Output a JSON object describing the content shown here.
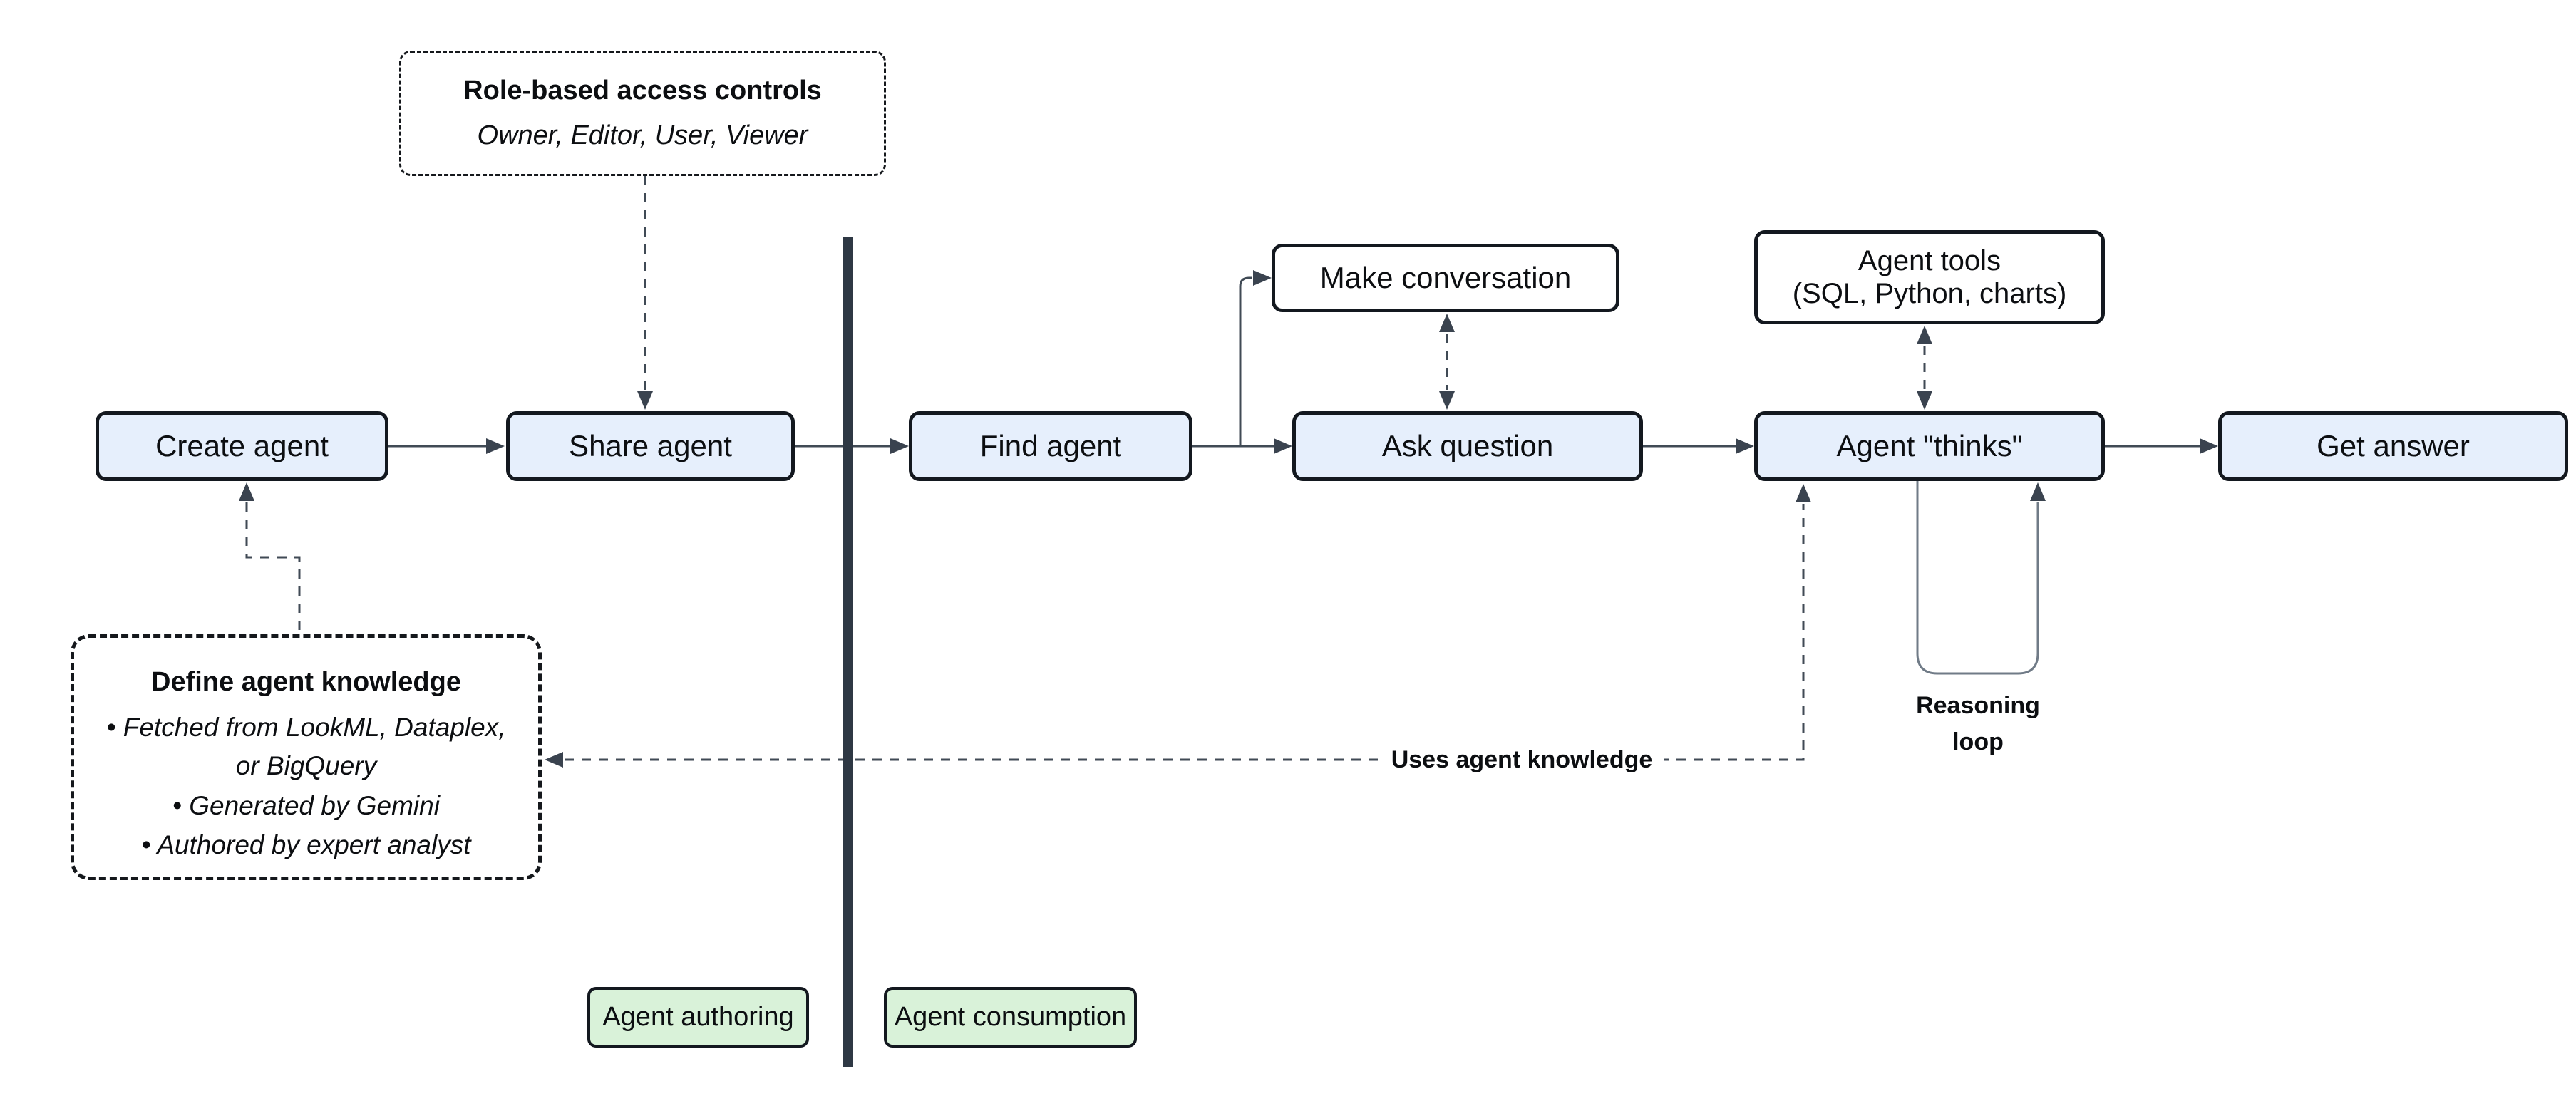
{
  "diagram": {
    "boxes": {
      "rbac": {
        "title": "Role-based access controls",
        "subtitle": "Owner, Editor, User, Viewer"
      },
      "create_agent": "Create agent",
      "share_agent": "Share agent",
      "find_agent": "Find agent",
      "make_conversation": "Make conversation",
      "ask_question": "Ask question",
      "agent_tools": "Agent tools\n(SQL, Python, charts)",
      "agent_thinks": "Agent \"thinks\"",
      "get_answer": "Get answer",
      "define_knowledge": {
        "title": "Define agent knowledge",
        "bullets": [
          "• Fetched from LookML, Dataplex, or BigQuery",
          "• Generated by Gemini",
          "• Authored by expert analyst"
        ]
      }
    },
    "labels": {
      "uses_knowledge": "Uses agent knowledge",
      "reasoning_loop": "Reasoning\nloop",
      "agent_authoring": "Agent authoring",
      "agent_consumption": "Agent consumption"
    },
    "colors": {
      "node_fill_blue": "#e6effc",
      "node_fill_white": "#ffffff",
      "node_fill_green": "#d9f2d9",
      "node_border": "#13181f",
      "connector": "#404a55",
      "arrowhead": "#3a434f",
      "loop_line": "#707b87",
      "divider": "#2e3844",
      "text": "#0c0e11"
    }
  }
}
